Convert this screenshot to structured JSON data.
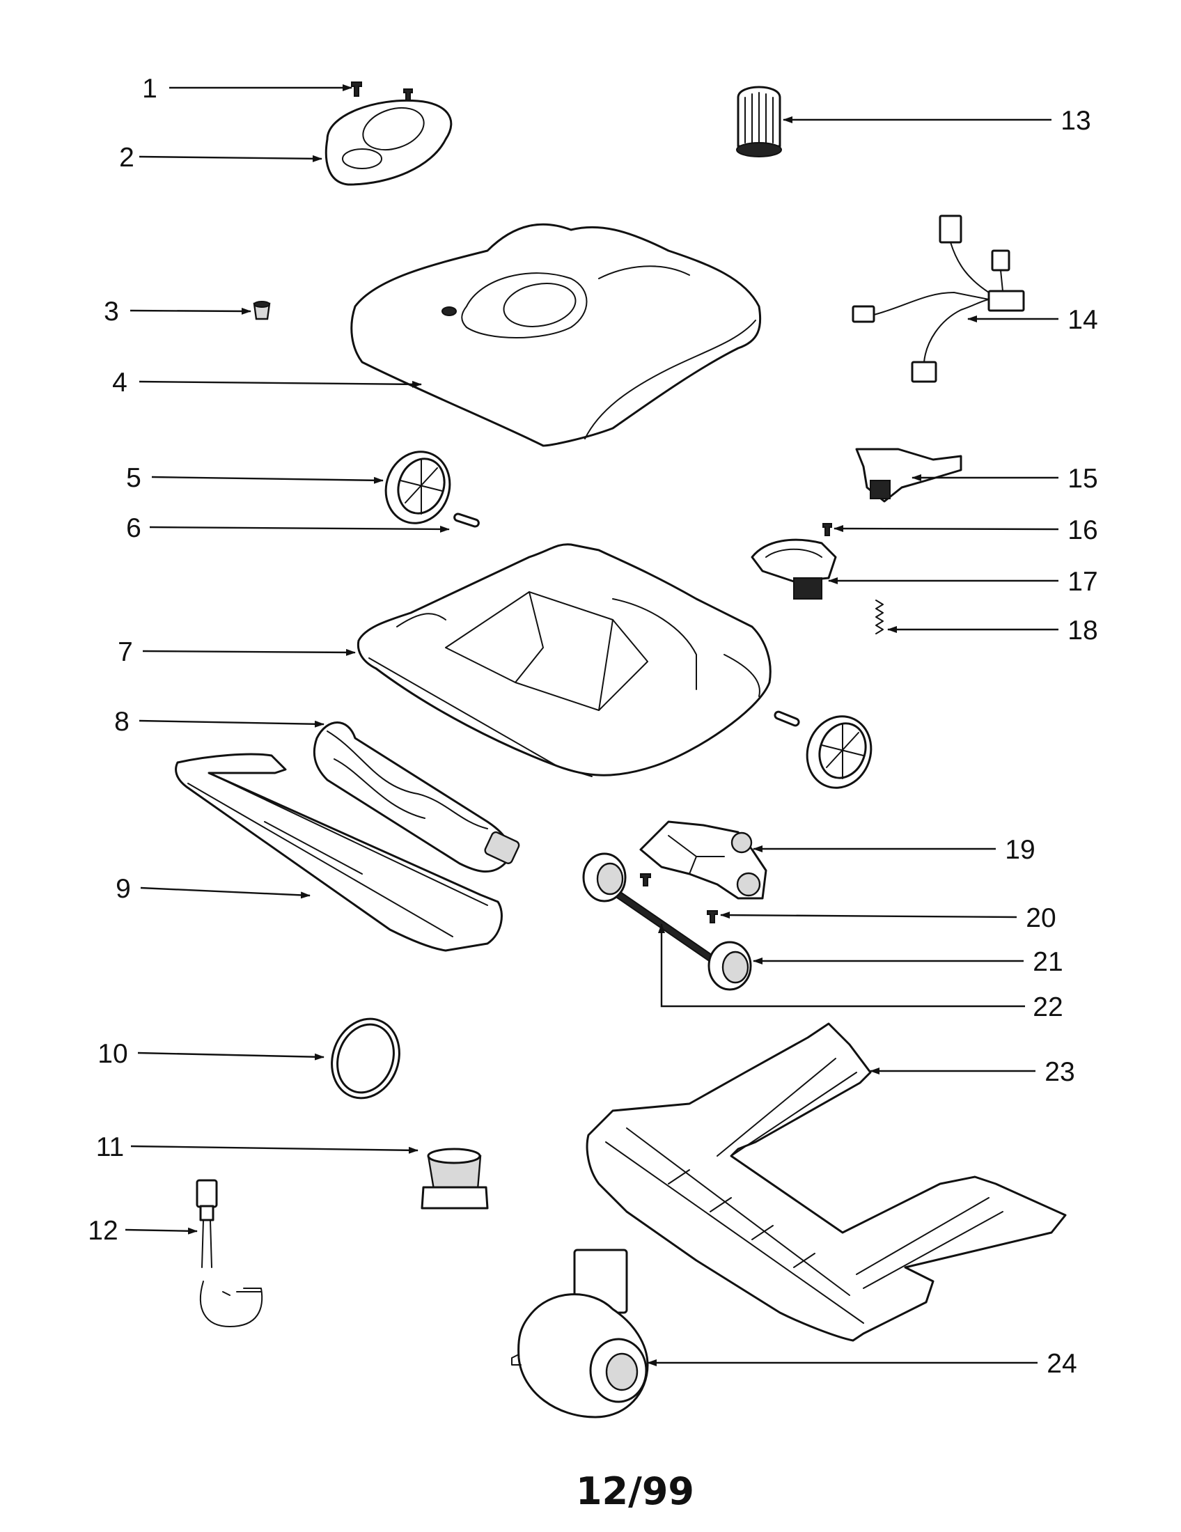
{
  "footer_text": "12/99",
  "callouts": [
    {
      "id": "1",
      "label": "1"
    },
    {
      "id": "2",
      "label": "2"
    },
    {
      "id": "3",
      "label": "3"
    },
    {
      "id": "4",
      "label": "4"
    },
    {
      "id": "5",
      "label": "5"
    },
    {
      "id": "6",
      "label": "6"
    },
    {
      "id": "7",
      "label": "7"
    },
    {
      "id": "8",
      "label": "8"
    },
    {
      "id": "9",
      "label": "9"
    },
    {
      "id": "10",
      "label": "10"
    },
    {
      "id": "11",
      "label": "11"
    },
    {
      "id": "12",
      "label": "12"
    },
    {
      "id": "13",
      "label": "13"
    },
    {
      "id": "14",
      "label": "14"
    },
    {
      "id": "15",
      "label": "15"
    },
    {
      "id": "16",
      "label": "16"
    },
    {
      "id": "17",
      "label": "17"
    },
    {
      "id": "18",
      "label": "18"
    },
    {
      "id": "19",
      "label": "19"
    },
    {
      "id": "20",
      "label": "20"
    },
    {
      "id": "21",
      "label": "21"
    },
    {
      "id": "22",
      "label": "22"
    },
    {
      "id": "23",
      "label": "23"
    },
    {
      "id": "24",
      "label": "24"
    }
  ]
}
